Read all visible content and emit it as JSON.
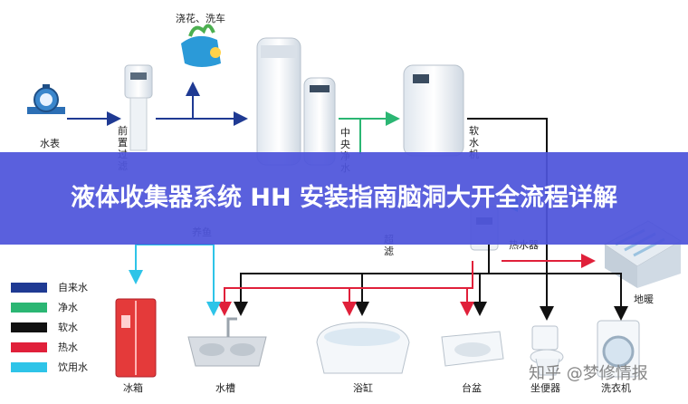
{
  "labels": {
    "water_meter": "水表",
    "pre_filter": "前置过滤",
    "garden": "浇花、洗车",
    "softener_storage": "养鱼",
    "central_purifier": "中央净水",
    "softener": "软水机",
    "ultrafilter": "超滤",
    "heater": "热水器",
    "floor_heating": "地暖",
    "fridge": "冰箱",
    "sink": "水槽",
    "bathtub": "浴缸",
    "basin": "台盆",
    "toilet": "坐便器",
    "washer": "洗衣机"
  },
  "legend": [
    {
      "label": "自来水",
      "color": "#1f3a93"
    },
    {
      "label": "净水",
      "color": "#2bb673"
    },
    {
      "label": "软水",
      "color": "#111111"
    },
    {
      "label": "热水",
      "color": "#e0203a"
    },
    {
      "label": "饮用水",
      "color": "#2ec4e8"
    }
  ],
  "banner": {
    "title": "液体收集器系统 HH 安装指南脑洞大开全流程详解"
  },
  "watermark": "知乎 @梦修情报"
}
